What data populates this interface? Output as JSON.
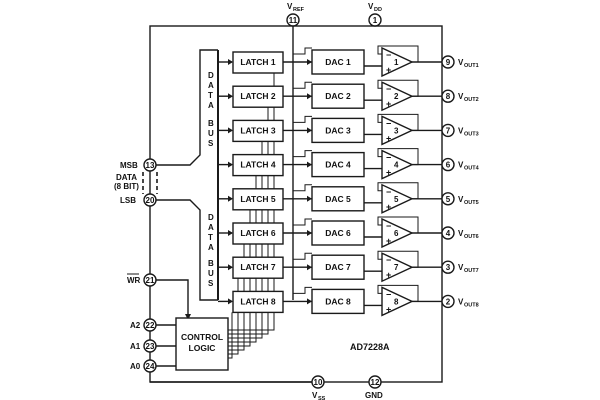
{
  "diagram": {
    "part_name": "AD7228A",
    "control_block": {
      "line1": "CONTROL",
      "line2": "LOGIC"
    },
    "latches": [
      "LATCH 1",
      "LATCH 2",
      "LATCH 3",
      "LATCH 4",
      "LATCH 5",
      "LATCH 6",
      "LATCH 7",
      "LATCH 8"
    ],
    "dacs": [
      "DAC 1",
      "DAC 2",
      "DAC 3",
      "DAC 4",
      "DAC 5",
      "DAC 6",
      "DAC 7",
      "DAC 8"
    ],
    "amp_numbers": [
      "1",
      "2",
      "3",
      "4",
      "5",
      "6",
      "7",
      "8"
    ],
    "amp_signs": {
      "minus": "−",
      "plus": "+"
    },
    "data_bus_upper": [
      "D",
      "A",
      "T",
      "A",
      "B",
      "U",
      "S"
    ],
    "data_bus_lower": [
      "D",
      "A",
      "T",
      "A",
      "B",
      "U",
      "S"
    ],
    "top_pins": [
      {
        "number": "11",
        "label": "V",
        "sub": "REF"
      },
      {
        "number": "1",
        "label": "V",
        "sub": "DD"
      }
    ],
    "bottom_pins": [
      {
        "number": "10",
        "label": "V",
        "sub": "SS"
      },
      {
        "number": "12",
        "label": "GND",
        "sub": ""
      }
    ],
    "output_pins": [
      {
        "number": "9",
        "label": "V",
        "sub": "OUT1"
      },
      {
        "number": "8",
        "label": "V",
        "sub": "OUT2"
      },
      {
        "number": "7",
        "label": "V",
        "sub": "OUT3"
      },
      {
        "number": "6",
        "label": "V",
        "sub": "OUT4"
      },
      {
        "number": "5",
        "label": "V",
        "sub": "OUT5"
      },
      {
        "number": "4",
        "label": "V",
        "sub": "OUT6"
      },
      {
        "number": "3",
        "label": "V",
        "sub": "OUT7"
      },
      {
        "number": "2",
        "label": "V",
        "sub": "OUT8"
      }
    ],
    "left_pins": {
      "msb": {
        "number": "13",
        "label": "MSB"
      },
      "data_line1": "DATA",
      "data_line2": "(8 BIT)",
      "lsb": {
        "number": "20",
        "label": "LSB"
      },
      "wr": {
        "number": "21",
        "label": "WR"
      },
      "a2": {
        "number": "22",
        "label": "A2"
      },
      "a1": {
        "number": "23",
        "label": "A1"
      },
      "a0": {
        "number": "24",
        "label": "A0"
      }
    }
  }
}
